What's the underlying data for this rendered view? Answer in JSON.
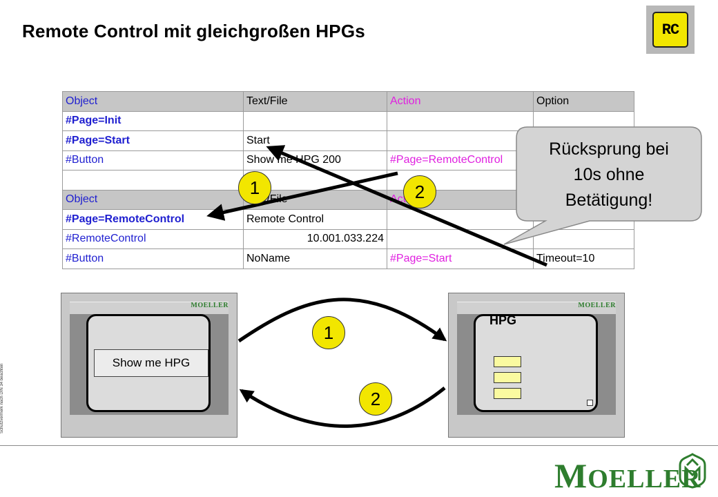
{
  "title": "Remote Control mit gleichgroßen HPGs",
  "rc_icon_text": "RC",
  "side_note": "Schutzvermerk nach DIN 34 beachten",
  "table": {
    "rows": [
      {
        "c1": "Object",
        "c2": "Text/File",
        "c3": "Action",
        "c4": "Option"
      },
      {
        "c1": "#Page=Init",
        "c2": "",
        "c3": "",
        "c4": ""
      },
      {
        "c1": "#Page=Start",
        "c2": "Start",
        "c3": "",
        "c4": ""
      },
      {
        "c1": "#Button",
        "c2": "Show me HPG 200",
        "c3": "#Page=RemoteControl",
        "c4": ""
      },
      {
        "c1": "",
        "c2": "",
        "c3": "",
        "c4": ""
      },
      {
        "c1": "Object",
        "c2": "Text/File",
        "c3": "Action",
        "c4": "Option"
      },
      {
        "c1": "#Page=RemoteControl",
        "c2": "Remote Control",
        "c3": "",
        "c4": ""
      },
      {
        "c1": "#RemoteControl",
        "c2": "10.001.033.224",
        "c3": "",
        "c4": ""
      },
      {
        "c1": "#Button",
        "c2": "NoName",
        "c3": "#Page=Start",
        "c4": "Timeout=10"
      }
    ]
  },
  "callout": {
    "line1": "Rücksprung bei",
    "line2": "10s ohne",
    "line3": "Betätigung!"
  },
  "badges": {
    "one": "1",
    "two": "2"
  },
  "left_device": {
    "brand": "MOELLER",
    "button_label": "Show me HPG"
  },
  "right_device": {
    "brand": "MOELLER",
    "label": "HPG"
  },
  "footer_logo": {
    "first": "M",
    "rest": "OELLER"
  },
  "colors": {
    "badge": "#f2e600",
    "blue_text": "#1f1fd0",
    "magenta_text": "#e020e0",
    "brand_green": "#2e7d2e",
    "header_gray": "#c6c6c6"
  }
}
